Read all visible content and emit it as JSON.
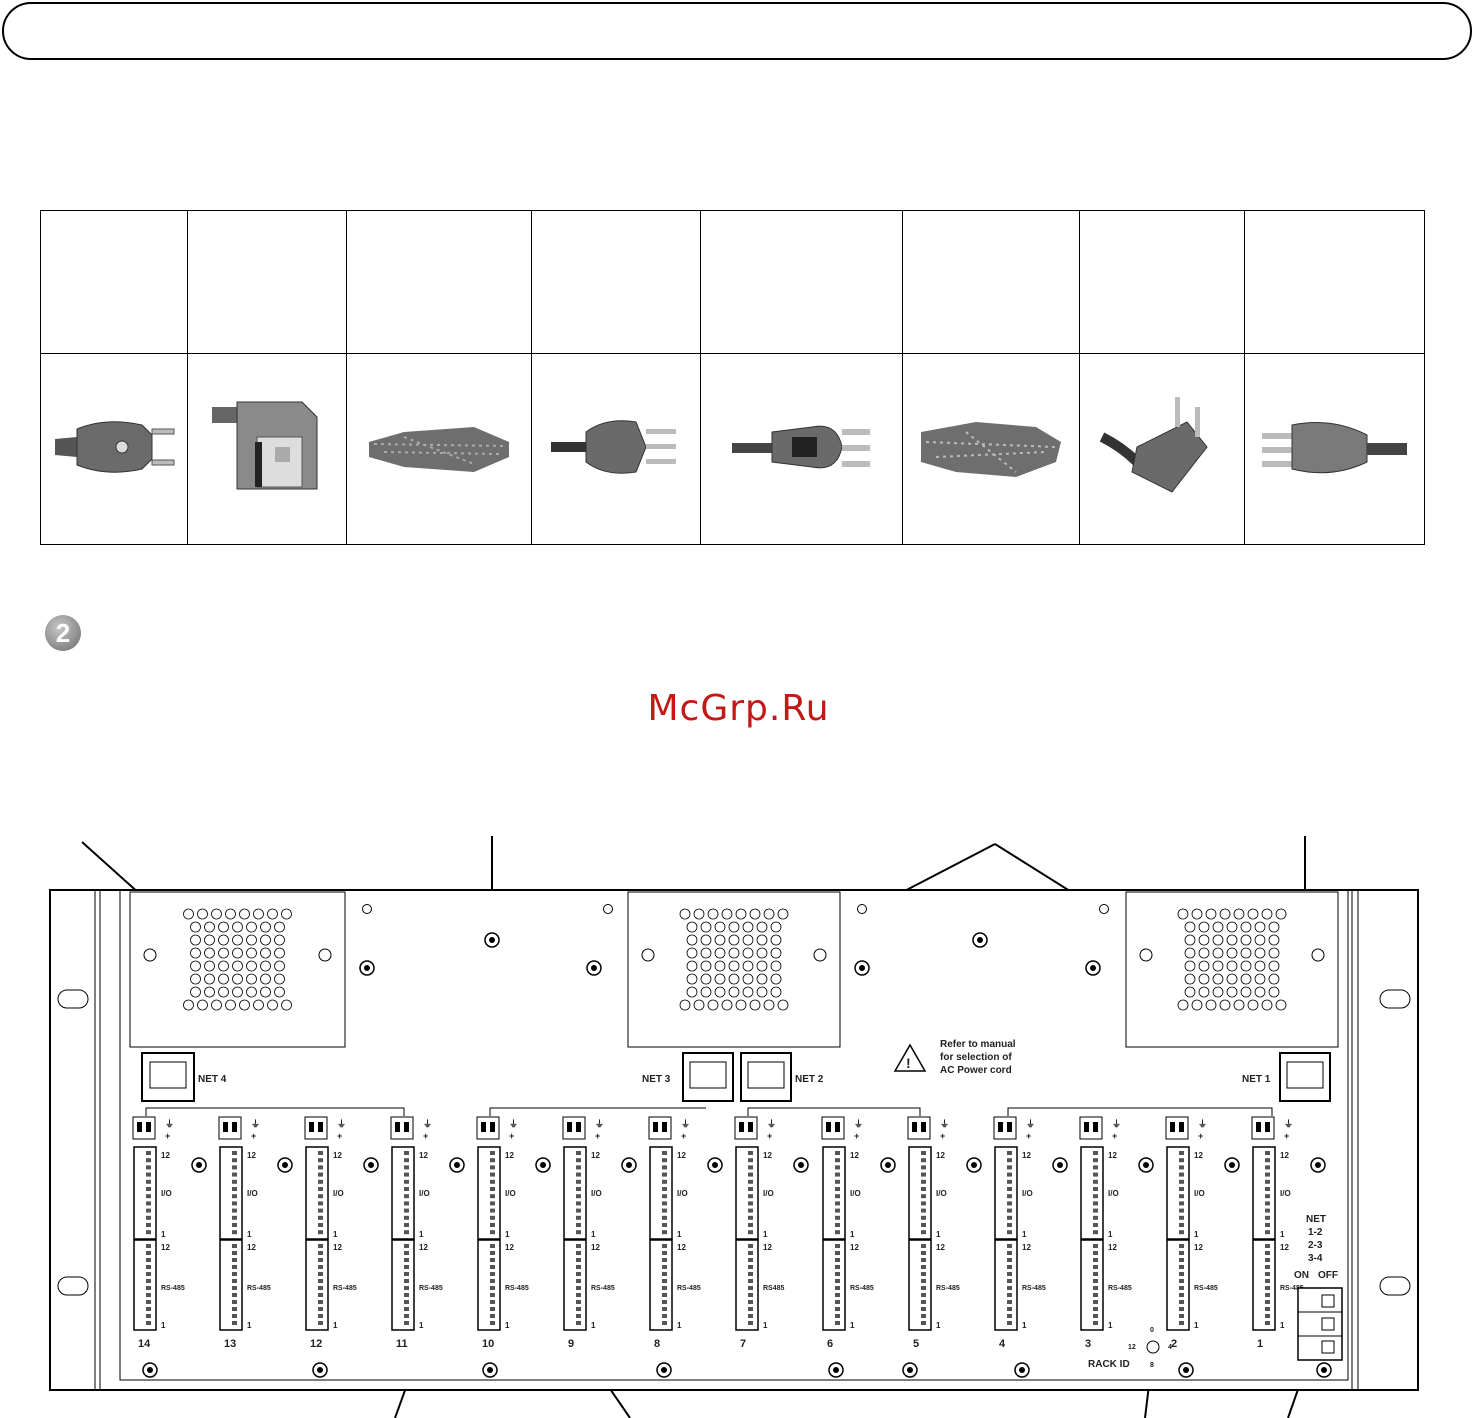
{
  "watermark": "McGrp.Ru",
  "step_number": "2",
  "plug_table": {
    "columns": 8,
    "plug_icons": [
      "schuko-plug-icon",
      "uk-plug-icon",
      "plug-icon",
      "india-plug-icon",
      "israel-plug-icon",
      "plug-icon",
      "denmark-plug-icon",
      "swiss-plug-icon"
    ]
  },
  "rack": {
    "net_ports": [
      "NET 4",
      "NET 3",
      "NET 2",
      "NET 1"
    ],
    "warning_lines": [
      "Refer to manual",
      "for selection of",
      "AC Power cord"
    ],
    "slots": [
      "14",
      "13",
      "12",
      "11",
      "10",
      "9",
      "8",
      "7",
      "6",
      "5",
      "4",
      "3",
      "2",
      "1"
    ],
    "io_label": "I/O",
    "rs485_labels": [
      "RS-485",
      "RS-485",
      "RS-485",
      "RS-485",
      "RS-485",
      "RS-485",
      "RS-485",
      "RS485",
      "RS-485",
      "RS-485",
      "RS-485",
      "RS-485",
      "RS-485",
      "RS-485"
    ],
    "pin_top": "12",
    "pin_bottom": "1",
    "dip_label": [
      "NET",
      "1-2",
      "2-3",
      "3-4"
    ],
    "dip_on": "ON",
    "dip_off": "OFF",
    "rack_id_label": "RACK ID",
    "rack_id_values": [
      "0",
      "4",
      "8",
      "12"
    ]
  }
}
